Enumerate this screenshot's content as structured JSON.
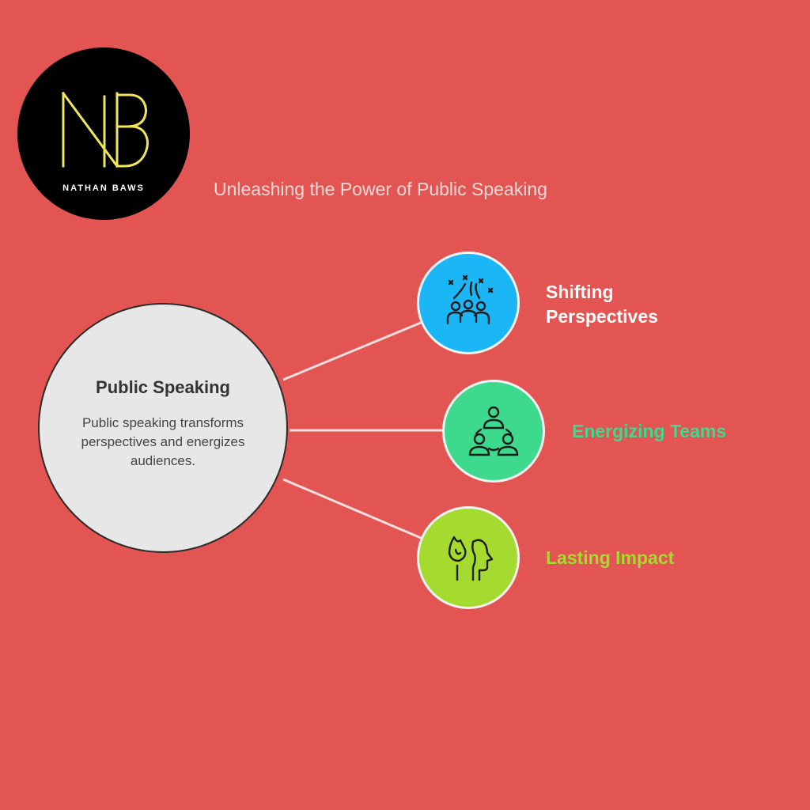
{
  "logo": {
    "monogram": "NB",
    "name": "NATHAN BAWS",
    "monogram_color": "#f1e65a"
  },
  "title": "Unleashing the Power of Public Speaking",
  "center": {
    "title": "Public Speaking",
    "description": "Public speaking transforms perspectives and energizes audiences."
  },
  "nodes": [
    {
      "label": "Shifting Perspectives",
      "icon": "crowd-cheering-icon",
      "color": "#1bb6f5"
    },
    {
      "label": "Energizing Teams",
      "icon": "team-connection-icon",
      "color": "#3dd98d"
    },
    {
      "label": "Lasting Impact",
      "icon": "flame-head-icon",
      "color": "#a5da2e"
    }
  ]
}
